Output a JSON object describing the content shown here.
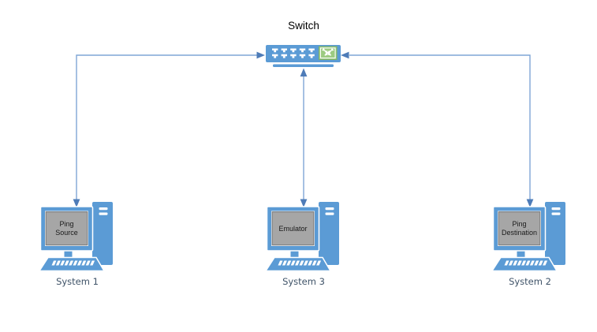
{
  "switch": {
    "title": "Switch"
  },
  "systems": [
    {
      "id": "system-1",
      "screen_label": "Ping Source",
      "name": "System 1"
    },
    {
      "id": "system-3",
      "screen_label": "Emulator",
      "name": "System 3"
    },
    {
      "id": "system-2",
      "screen_label": "Ping Destination",
      "name": "System 2"
    }
  ],
  "connections": [
    {
      "from": "System 1",
      "to": "Switch",
      "style": "double-arrow-elbow"
    },
    {
      "from": "System 3",
      "to": "Switch",
      "style": "double-arrow-straight"
    },
    {
      "from": "System 2",
      "to": "Switch",
      "style": "double-arrow-elbow"
    }
  ],
  "icons": {
    "switch-icon": "blue rack switch with two rows of five white ports",
    "crossover-arrows-icon": "green square with crossed white double arrows",
    "workstation-icon": "blue desktop computer with monitor, tower and keyboard"
  },
  "colors": {
    "canvas_bg": "#FFFFFF",
    "device_blue": "#5B9BD5",
    "screen_gray": "#A6A6A6",
    "screen_border": "#7F7F7F",
    "screen_text": "#1A1A1A",
    "connector_line": "#7FA5D6",
    "connector_arrow": "#4E7CB8",
    "uplink_green": "#9CCB81",
    "uplink_green_border": "#7FB35F",
    "label_color": "#3F5368",
    "title_color": "#000000"
  }
}
